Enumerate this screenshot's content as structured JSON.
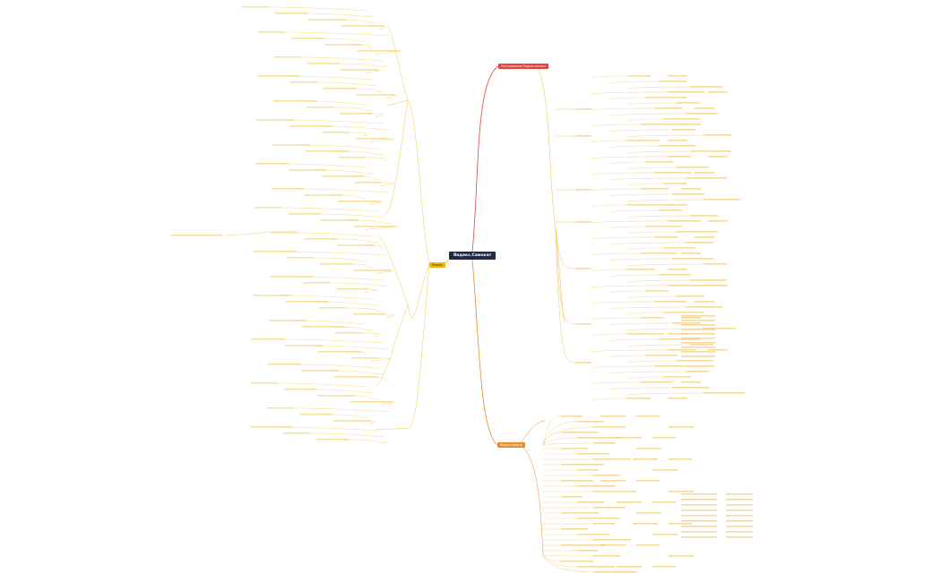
{
  "root": {
    "label": "Яндекс.Самокат"
  },
  "branches": {
    "top": {
      "label": "Тестирование Яндекс.аптеки"
    },
    "left": {
      "label": "Яндекс"
    },
    "bottom": {
      "label": "Яндекс.работа"
    }
  },
  "colors": {
    "top": "#e0453a",
    "left": "#f2b705",
    "bottom": "#e98a2e",
    "root": "#1f2a44",
    "left_lines": "#f2c94c",
    "right_lines": "#f0b94a"
  }
}
